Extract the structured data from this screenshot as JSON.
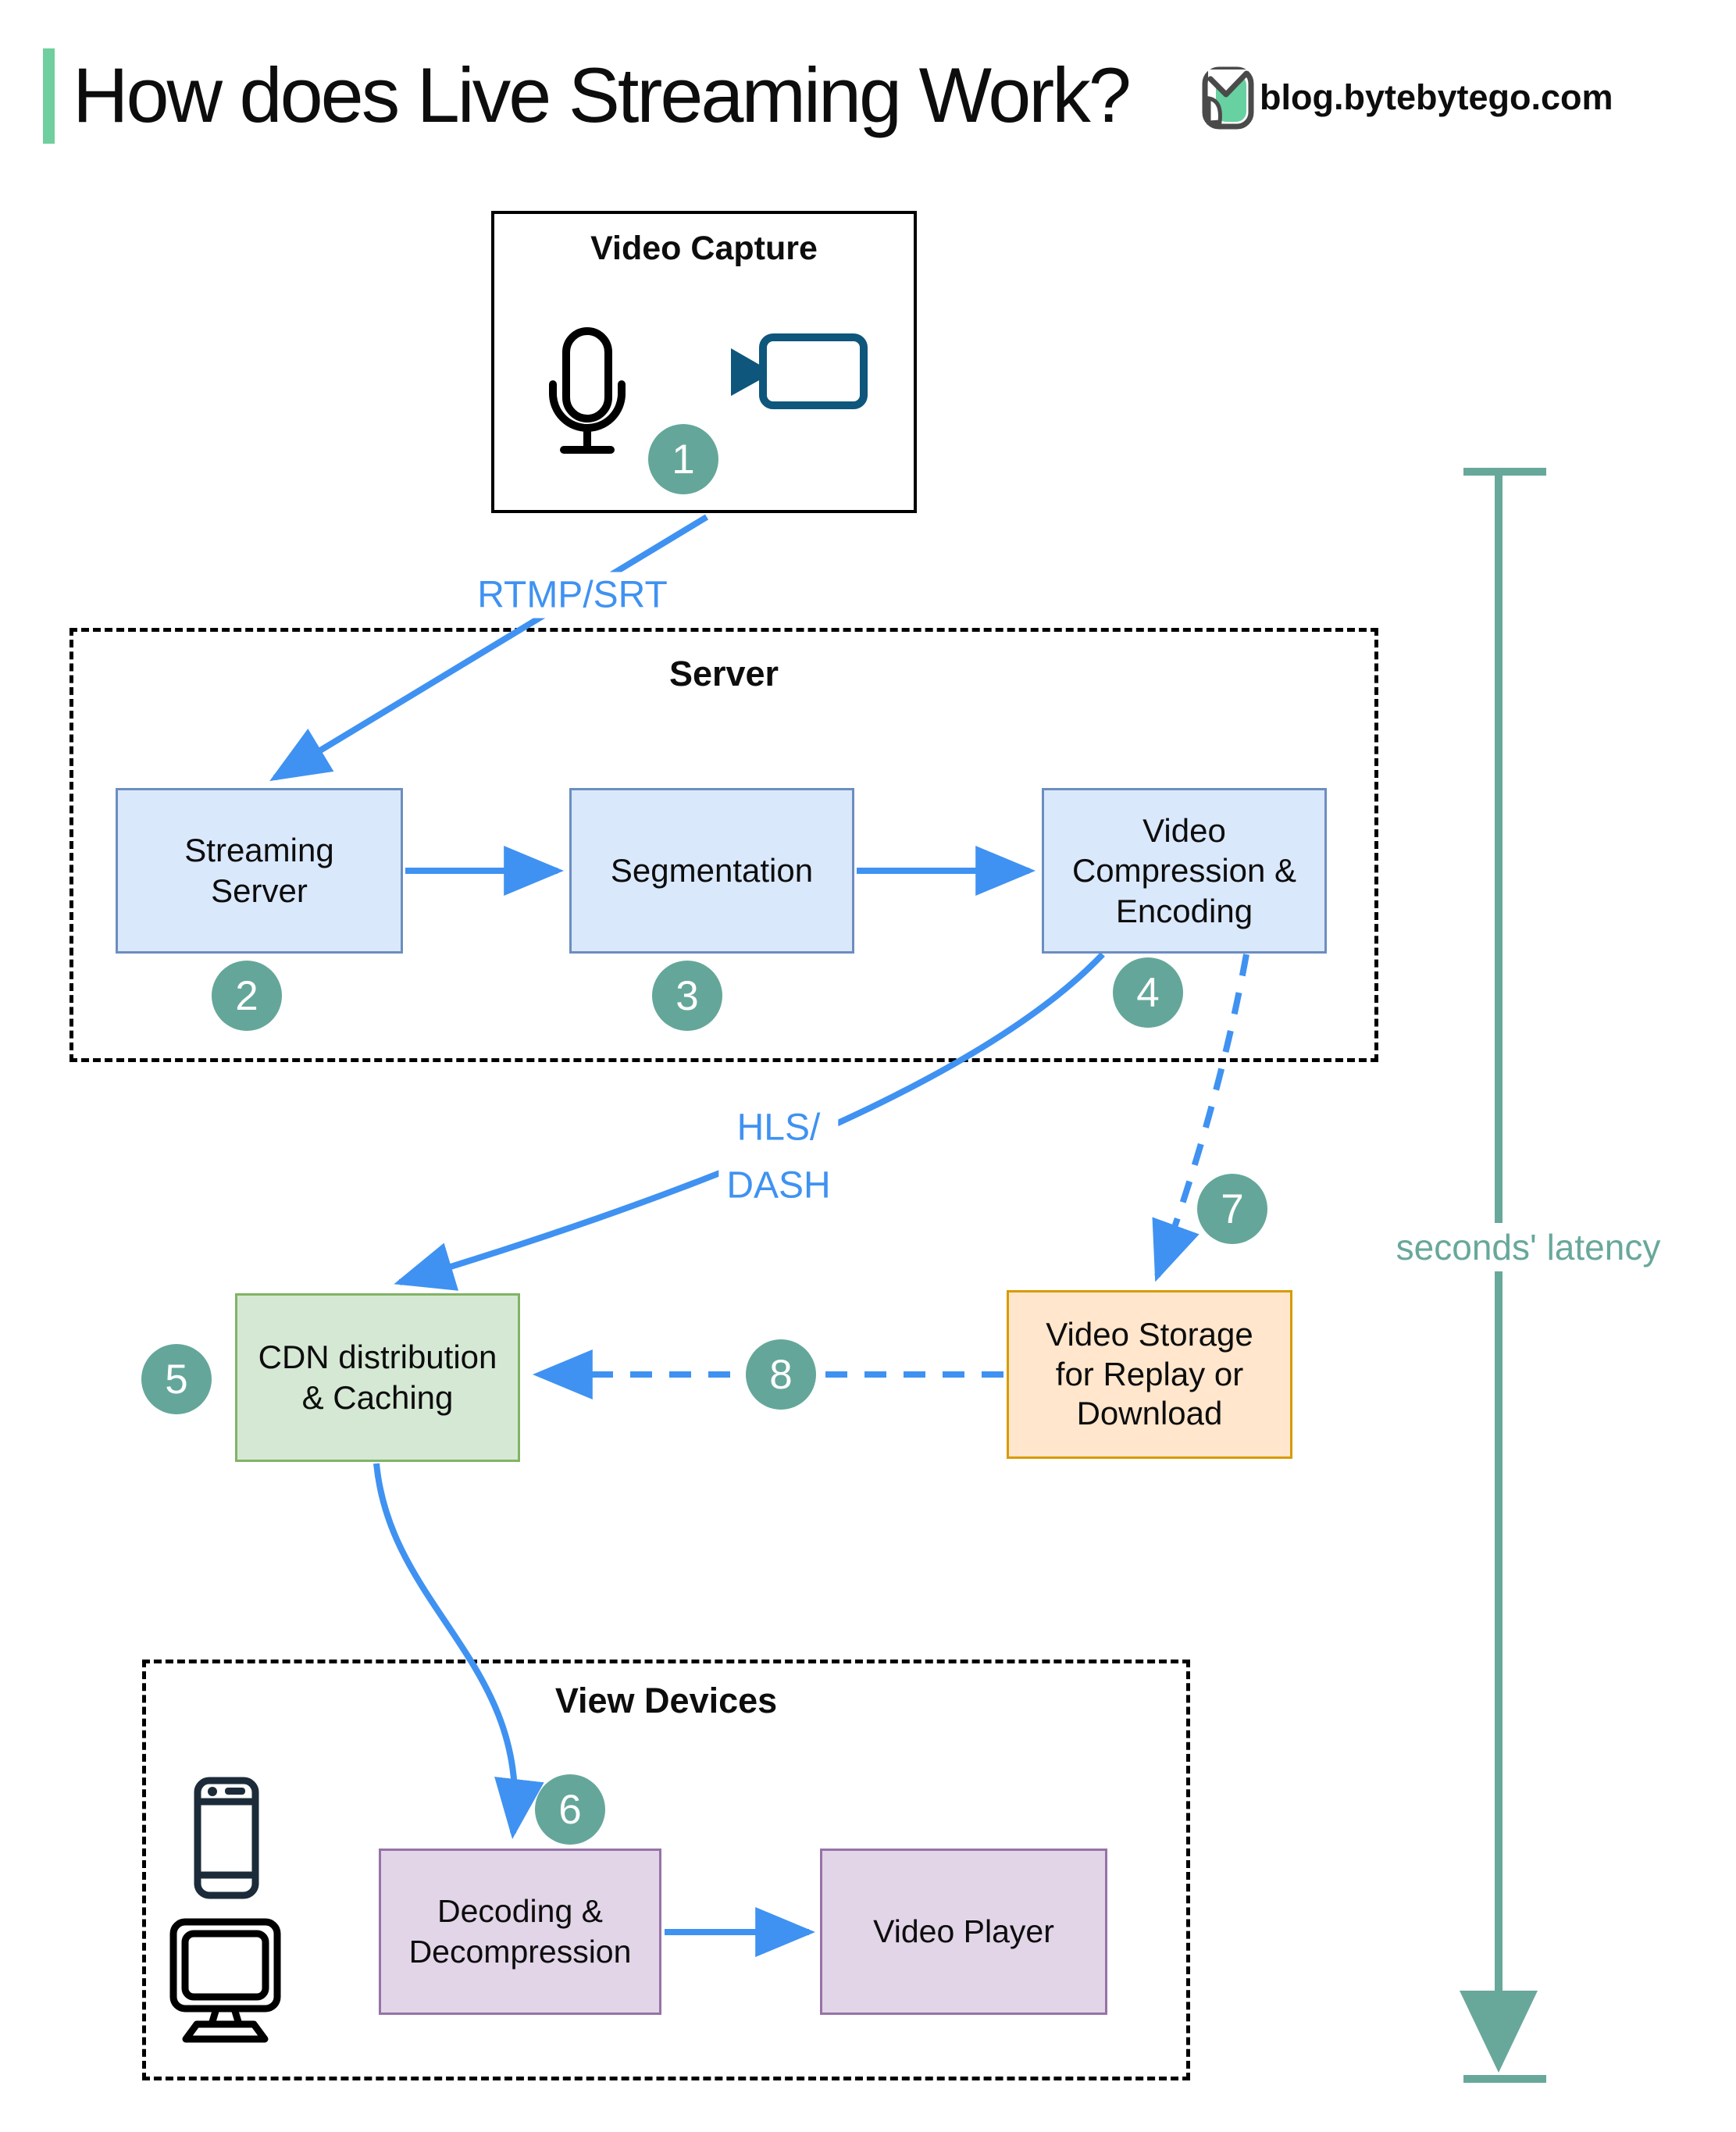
{
  "header": {
    "title": "How does Live Streaming Work?",
    "site_label": "blog.bytebytego.com",
    "accent_color": "#6fcf9e"
  },
  "groups": {
    "server": {
      "label": "Server"
    },
    "view_devices": {
      "label": "View Devices"
    }
  },
  "nodes": {
    "video_capture": {
      "label": "Video Capture"
    },
    "streaming_server": {
      "label": "Streaming\nServer"
    },
    "segmentation": {
      "label": "Segmentation"
    },
    "video_compression": {
      "label": "Video\nCompression &\nEncoding"
    },
    "cdn": {
      "label": "CDN distribution\n& Caching"
    },
    "video_storage": {
      "label": "Video Storage\nfor Replay or\nDownload"
    },
    "decoding": {
      "label": "Decoding &\nDecompression"
    },
    "video_player": {
      "label": "Video Player"
    }
  },
  "edge_labels": {
    "ingest_protocol": "RTMP/SRT",
    "delivery_protocol": "HLS/\nDASH",
    "latency_note": "seconds' latency"
  },
  "steps": [
    "1",
    "2",
    "3",
    "4",
    "5",
    "6",
    "7",
    "8"
  ],
  "icons": {
    "microphone": "microphone-icon",
    "video_camera": "video-camera-icon",
    "smartphone": "smartphone-icon",
    "monitor": "monitor-icon",
    "logo": "bytebytego-logo-icon"
  },
  "colors": {
    "arrow_blue": "#3f92f1",
    "step_teal": "#64a79a",
    "latency_teal": "#68a89b",
    "box_blue_fill": "#dae8fc",
    "box_blue_border": "#6c8ebf",
    "box_green_fill": "#d5e8d4",
    "box_green_border": "#82b366",
    "box_orange_fill": "#ffe6cc",
    "box_orange_border": "#d79b00",
    "box_purple_fill": "#e1d5e7",
    "box_purple_border": "#9673a6",
    "camera_icon_color": "#0e567b",
    "phone_icon_color": "#1c2b3a"
  }
}
